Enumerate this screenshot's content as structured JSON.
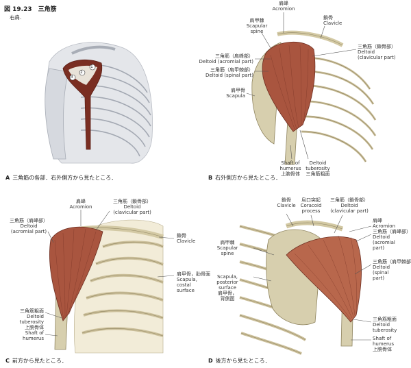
{
  "figure": {
    "title": "図 19.23　三角筋",
    "subtitle": "右肩."
  },
  "panelA": {
    "caption_letter": "A",
    "caption_text": "三角筋の各部．右外側方から見たところ．",
    "markers": [
      "1",
      "2",
      "3"
    ]
  },
  "panelB": {
    "caption_letter": "B",
    "caption_text": "右外側方から見たところ．",
    "labels": {
      "acromion_jp": "肩峰",
      "acromion_en": "Acromion",
      "scapular_spine_jp": "肩甲棘",
      "scapular_spine_en1": "Scapular",
      "scapular_spine_en2": "spine",
      "clavicle_jp": "鎖骨",
      "clavicle_en": "Clavicle",
      "deltoid_clav_jp": "三角筋（鎖骨部）",
      "deltoid_clav_en1": "Deltoid",
      "deltoid_clav_en2": "(clavicular part)",
      "deltoid_acrom_jp": "三角筋（肩峰部）",
      "deltoid_acrom_en": "Deltoid (acromial part)",
      "deltoid_spinal_jp": "三角筋（肩甲棘部）",
      "deltoid_spinal_en": "Deltoid (spinal part)",
      "scapula_jp": "肩甲骨",
      "scapula_en": "Scapula",
      "shaft_en1": "Shaft of",
      "shaft_en2": "humerus",
      "shaft_jp": "上腕骨体",
      "tuberosity_en1": "Deltoid",
      "tuberosity_en2": "tuberosity",
      "tuberosity_jp": "三角筋粗面"
    }
  },
  "panelC": {
    "caption_letter": "C",
    "caption_text": "前方から見たところ．",
    "labels": {
      "acromion_jp": "肩峰",
      "acromion_en": "Acromion",
      "deltoid_clav_jp": "三角筋（鎖骨部）",
      "deltoid_clav_en1": "Deltoid",
      "deltoid_clav_en2": "(clavicular part)",
      "deltoid_acrom_jp": "三角筋（肩峰部）",
      "deltoid_acrom_en1": "Deltoid",
      "deltoid_acrom_en2": "(acromial part)",
      "clavicle_jp": "鎖骨",
      "clavicle_en": "Clavicle",
      "costal_jp": "肩甲骨，肋骨面",
      "costal_en1": "Scapula,",
      "costal_en2": "costal",
      "costal_en3": "surface",
      "tuberosity_jp": "三角筋粗面",
      "tuberosity_en1": "Deltoid",
      "tuberosity_en2": "tuberosity",
      "shaft_jp": "上腕骨体",
      "shaft_en1": "Shaft of",
      "shaft_en2": "humerus"
    }
  },
  "panelD": {
    "caption_letter": "D",
    "caption_text": "後方から見たところ．",
    "labels": {
      "clavicle_jp": "鎖骨",
      "clavicle_en": "Clavicle",
      "coracoid_jp": "烏口突起",
      "coracoid_en1": "Coracoid",
      "coracoid_en2": "process",
      "deltoid_clav_jp": "三角筋（鎖骨部）",
      "deltoid_clav_en1": "Deltoid",
      "deltoid_clav_en2": "(clavicular part)",
      "acromion_jp": "肩峰",
      "acromion_en": "Acromion",
      "deltoid_acrom_jp": "三角筋（肩峰部）",
      "deltoid_acrom_en1": "Deltoid",
      "deltoid_acrom_en2": "(acromial",
      "deltoid_acrom_en3": "part)",
      "spine_jp": "肩甲棘",
      "spine_en1": "Scapular",
      "spine_en2": "spine",
      "deltoid_spinal_jp": "三角筋（肩甲棘部）",
      "deltoid_spinal_en1": "Deltoid",
      "deltoid_spinal_en2": "(spinal",
      "deltoid_spinal_en3": "part)",
      "posterior_en1": "Scapula,",
      "posterior_en2": "posterior",
      "posterior_en3": "surface",
      "posterior_jp1": "肩甲骨，",
      "posterior_jp2": "背側面",
      "tuberosity_jp": "三角筋粗面",
      "tuberosity_en1": "Deltoid",
      "tuberosity_en2": "tuberosity",
      "shaft_en1": "Shaft of",
      "shaft_en2": "humerus",
      "shaft_jp": "上腕骨体"
    }
  }
}
